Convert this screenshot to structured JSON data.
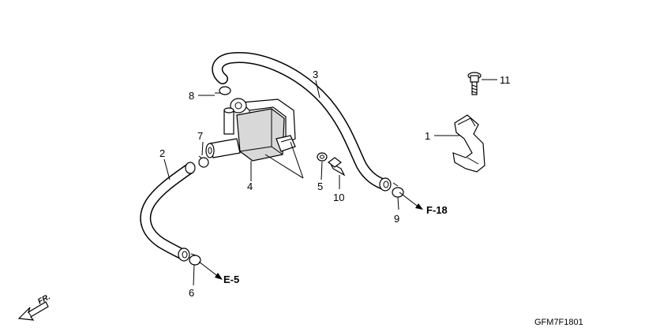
{
  "callouts": {
    "p1": "1",
    "p2": "2",
    "p3": "3",
    "p4": "4",
    "p5": "5",
    "p6": "6",
    "p7": "7",
    "p8": "8",
    "p9": "9",
    "p10": "10",
    "p11": "11"
  },
  "references": {
    "f18": "F-18",
    "e5": "E-5"
  },
  "direction_label": "FR.",
  "diagram_code": "GFM7F1801"
}
